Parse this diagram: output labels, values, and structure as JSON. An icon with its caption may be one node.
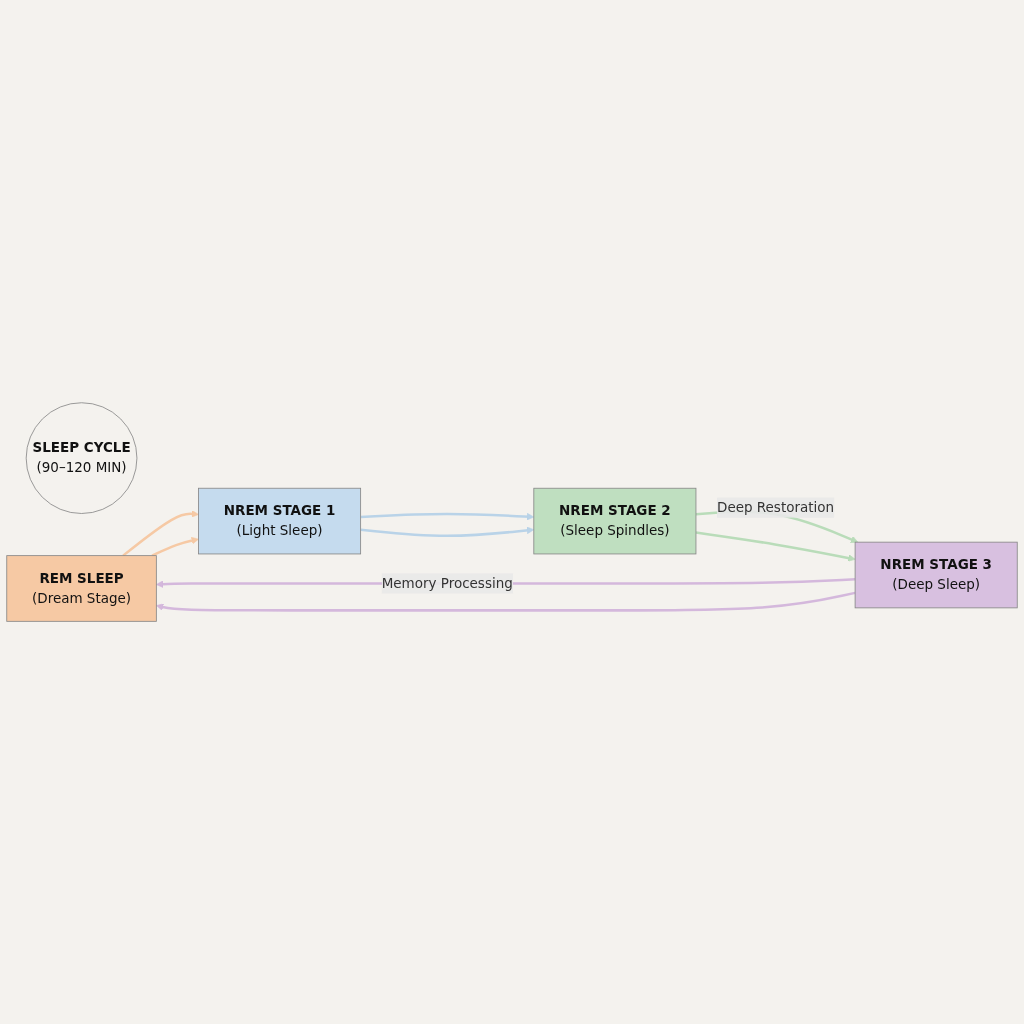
{
  "diagram": {
    "nodes": [
      {
        "text": [
          "SLEEP CYCLE",
          "(90–120 MIN)"
        ]
      },
      {
        "text": [
          "REM SLEEP",
          "(Dream Stage)"
        ]
      },
      {
        "text": [
          "NREM STAGE 1",
          "(Light Sleep)"
        ]
      },
      {
        "text": [
          "NREM STAGE 2",
          "(Sleep Spindles)"
        ]
      },
      {
        "text": [
          "NREM STAGE 3",
          "(Deep Sleep)"
        ]
      }
    ],
    "edges": [
      {
        "from": 1,
        "to": 2,
        "arrow": "to",
        "color": "#f6c9a4"
      },
      {
        "from": 2,
        "to": 3,
        "arrow": "to",
        "color": "#b9d3e8"
      },
      {
        "from": 3,
        "to": 4,
        "arrow": "to",
        "label": "Deep Restoration",
        "color": "#b9dcb9"
      },
      {
        "from": 4,
        "to": 1,
        "arrow": "to",
        "label": "Memory Processing",
        "color": "#d4b8dc"
      },
      {
        "from": 1,
        "to": 2,
        "arrow": "to",
        "color": "#f6c9a4"
      },
      {
        "from": 2,
        "to": 3,
        "arrow": "to",
        "color": "#b9d3e8"
      },
      {
        "from": 3,
        "to": 4,
        "arrow": "to",
        "color": "#b9dcb9"
      },
      {
        "from": 4,
        "to": 1,
        "arrow": "to",
        "color": "#d4b8dc"
      }
    ]
  }
}
